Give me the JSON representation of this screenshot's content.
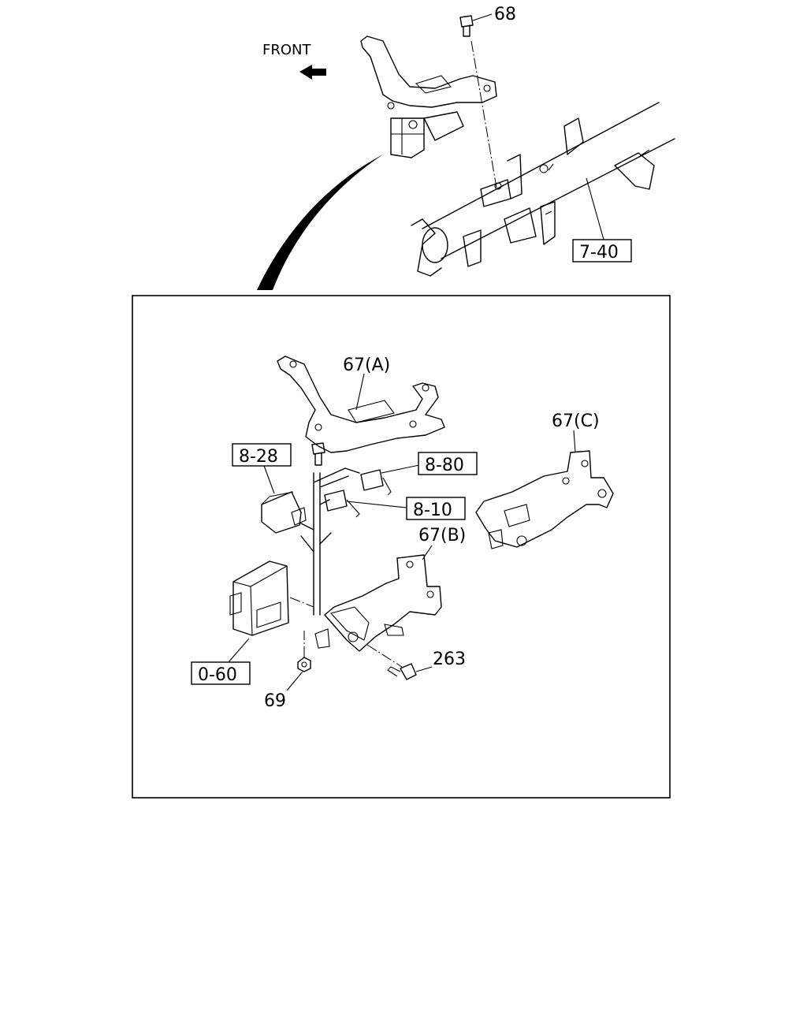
{
  "direction": {
    "label": "FRONT"
  },
  "callouts": {
    "bolt_top": "68",
    "cross_member_ref": "7-40",
    "bracket_a": "67(A)",
    "bracket_b": "67(B)",
    "bracket_c": "67(C)",
    "relay_ref": "8-28",
    "connector_upper_ref": "8-80",
    "connector_lower_ref": "8-10",
    "control_unit_ref": "0-60",
    "nut": "69",
    "screw": "263"
  }
}
